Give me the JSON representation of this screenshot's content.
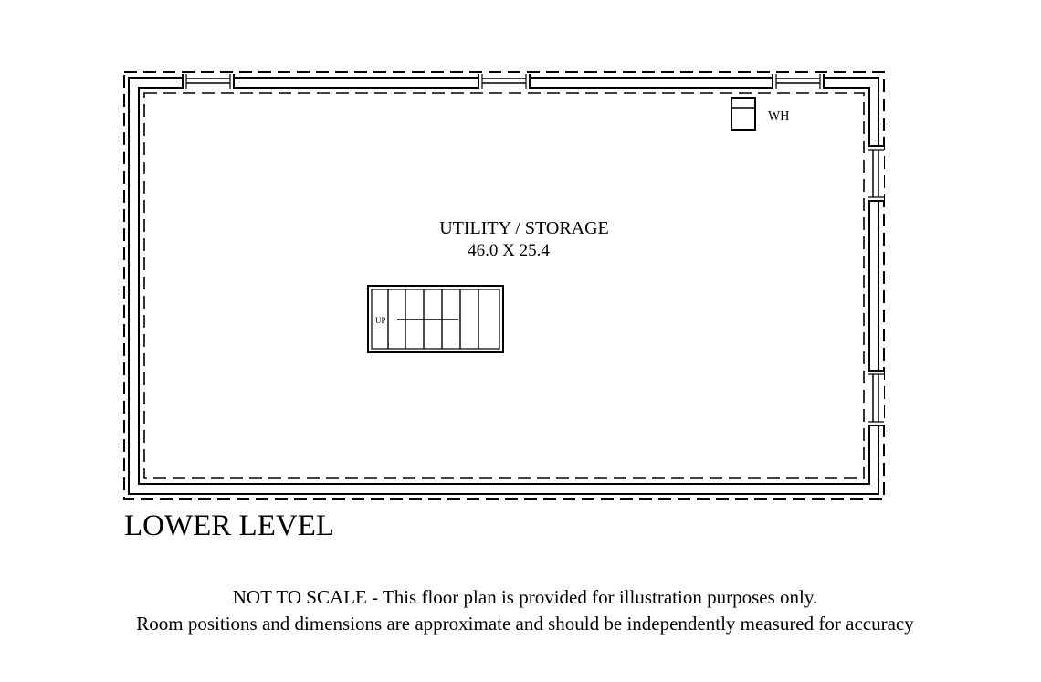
{
  "plan": {
    "level_title": "LOWER LEVEL",
    "room": {
      "name": "UTILITY / STORAGE",
      "dimensions": "46.0 X 25.4"
    },
    "fixtures": {
      "water_heater_label": "WH",
      "stair_label": "UP"
    },
    "disclaimer": {
      "line1": "NOT TO SCALE - This floor plan is provided for illustration purposes only.",
      "line2": "Room positions and dimensions are approximate and should be independently measured for accuracy"
    },
    "colors": {
      "ink": "#000000",
      "background": "#ffffff"
    }
  }
}
